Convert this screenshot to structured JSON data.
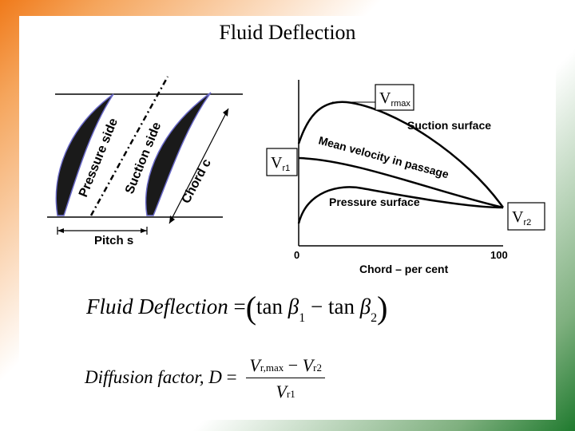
{
  "slide": {
    "title": "Fluid Deflection"
  },
  "cascade": {
    "pressure_side": "Pressure side",
    "suction_side": "Suction side",
    "chord": "Chord c",
    "pitch": "Pitch s"
  },
  "velocity_plot": {
    "v_rmax": "V",
    "v_rmax_sub": "rmax",
    "v_r1": "V",
    "v_r1_sub": "r1",
    "v_r2": "V",
    "v_r2_sub": "r2",
    "suction_surface": "Suction surface",
    "mean_velocity": "Mean velocity in passage",
    "pressure_surface": "Pressure surface",
    "x_min": "0",
    "x_max": "100",
    "x_label": "Chord – per cent"
  },
  "equations": {
    "eq1_lhs": "Fluid Deflection",
    "eq1_eq": "=",
    "eq1_tan1": "tan",
    "eq1_beta1": "β",
    "eq1_sub1": "1",
    "eq1_minus": "−",
    "eq1_tan2": "tan",
    "eq1_beta2": "β",
    "eq1_sub2": "2",
    "eq2_lhs": "Diffusion factor, D",
    "eq2_eq": "=",
    "eq2_num_v1": "V",
    "eq2_num_sub1": "r,max",
    "eq2_num_minus": "−",
    "eq2_num_v2": "V",
    "eq2_num_sub2": "r2",
    "eq2_den_v": "V",
    "eq2_den_sub": "r1"
  }
}
